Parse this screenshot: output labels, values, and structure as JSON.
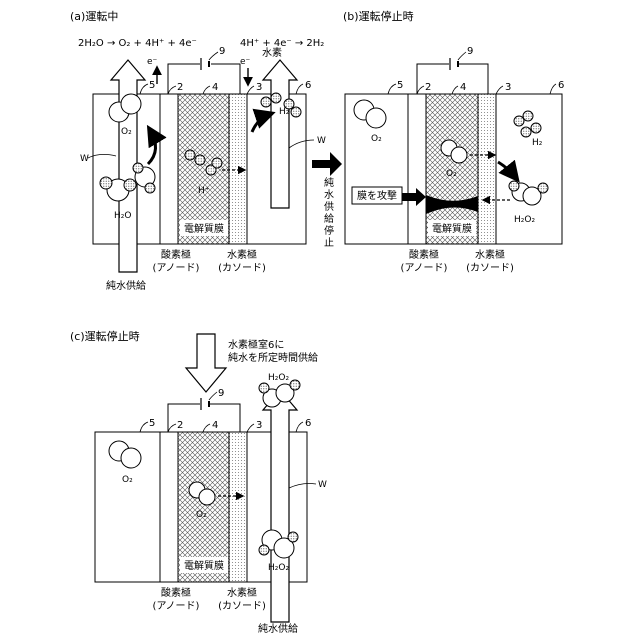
{
  "panels": {
    "a": {
      "title": "(a)運転中",
      "eq_anode": "2H₂O → O₂ + 4H⁺ + 4e⁻",
      "eq_cathode": "4H⁺ + 4e⁻ → 2H₂",
      "e_left": "e⁻",
      "e_right": "e⁻",
      "hydrogen_label": "水素",
      "o2": "O₂",
      "h2o": "H₂O",
      "hplus": "H⁺",
      "h2": "H₂",
      "w_left": "W",
      "w_right": "W",
      "membrane": "電解質膜",
      "anode_label": "酸素極",
      "anode_sub": "(アノード)",
      "cathode_label": "水素極",
      "cathode_sub": "(カソード)",
      "pure_water": "純水供給",
      "ref": {
        "r2": "2",
        "r3": "3",
        "r4": "4",
        "r5": "5",
        "r6": "6",
        "r9": "9"
      }
    },
    "b": {
      "title": "(b)運転停止時",
      "o2_left": "O₂",
      "o2_mid": "O₂",
      "h2": "H₂",
      "h2o2": "H₂O₂",
      "attack": "膜を攻撃",
      "membrane": "電解質膜",
      "anode_label": "酸素極",
      "anode_sub": "(アノード)",
      "cathode_label": "水素極",
      "cathode_sub": "(カソード)",
      "ref": {
        "r2": "2",
        "r3": "3",
        "r4": "4",
        "r5": "5",
        "r6": "6",
        "r9": "9"
      }
    },
    "c": {
      "title": "(c)運転停止時",
      "instr_line1": "水素極室6に",
      "instr_line2": "純水を所定時間供給",
      "o2_left": "O₂",
      "o2_mid": "O₂",
      "h2o2_top": "H₂O₂",
      "h2o2_bottom": "H₂O₂",
      "w": "W",
      "membrane": "電解質膜",
      "anode_label": "酸素極",
      "anode_sub": "(アノード)",
      "cathode_label": "水素極",
      "cathode_sub": "(カソード)",
      "pure_water": "純水供給",
      "ref": {
        "r2": "2",
        "r3": "3",
        "r4": "4",
        "r5": "5",
        "r6": "6",
        "r9": "9"
      }
    }
  },
  "center_arrow_label": "純水供給停止"
}
